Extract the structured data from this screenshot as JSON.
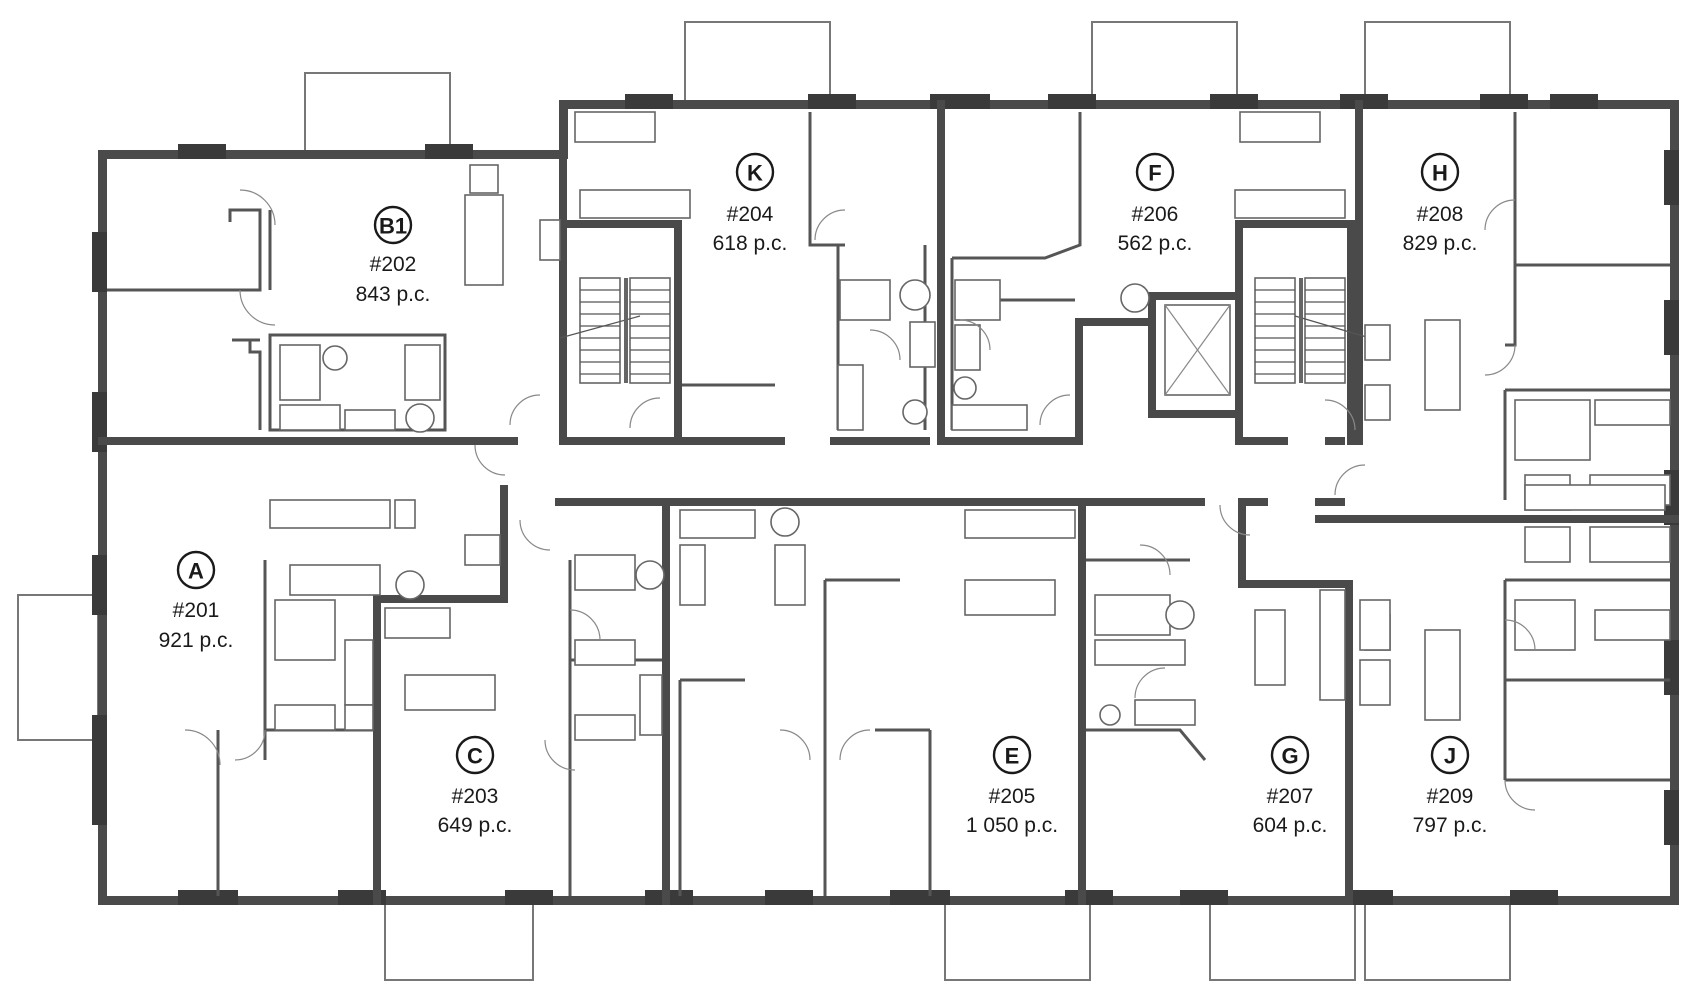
{
  "units": [
    {
      "key": "b1",
      "type": "B1",
      "number": "#202",
      "area": "843 p.c."
    },
    {
      "key": "k",
      "type": "K",
      "number": "#204",
      "area": "618 p.c."
    },
    {
      "key": "f",
      "type": "F",
      "number": "#206",
      "area": "562 p.c."
    },
    {
      "key": "h",
      "type": "H",
      "number": "#208",
      "area": "829 p.c."
    },
    {
      "key": "a",
      "type": "A",
      "number": "#201",
      "area": "921 p.c."
    },
    {
      "key": "c",
      "type": "C",
      "number": "#203",
      "area": "649 p.c."
    },
    {
      "key": "e",
      "type": "E",
      "number": "#205",
      "area": "1 050 p.c."
    },
    {
      "key": "g",
      "type": "G",
      "number": "#207",
      "area": "604 p.c."
    },
    {
      "key": "j",
      "type": "J",
      "number": "#209",
      "area": "797 p.c."
    }
  ]
}
